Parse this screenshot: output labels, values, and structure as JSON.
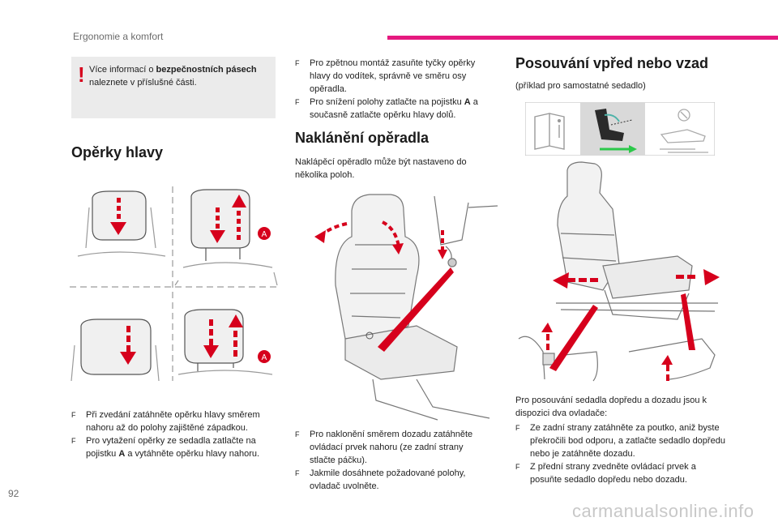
{
  "header": {
    "section_title": "Ergonomie a komfort"
  },
  "page_number": "92",
  "watermark": "carmanualsonline.info",
  "note": {
    "mark": "!",
    "text_before": "Více informací o ",
    "text_bold": "bezpečnostních pásech",
    "text_after": " naleznete v příslušné části."
  },
  "bullet_mark": "F",
  "headrests": {
    "title": "Opěrky hlavy",
    "marker_label": "A",
    "items": [
      {
        "text": "Při zvedání zatáhněte opěrku hlavy směrem nahoru až do polohy zajištěné západkou."
      },
      {
        "before": "Pro vytažení opěrky ze sedadla zatlačte na pojistku ",
        "bold": "A",
        "after": " a vytáhněte opěrku hlavy nahoru."
      }
    ]
  },
  "headrest_refit": {
    "items": [
      {
        "text": "Pro zpětnou montáž zasuňte tyčky opěrky hlavy do vodítek, správně ve směru osy opěradla."
      },
      {
        "before": "Pro snížení polohy zatlačte na pojistku ",
        "bold": "A",
        "after": " a současně zatlačte opěrku hlavy dolů."
      }
    ]
  },
  "backrest": {
    "title": "Naklánění opěradla",
    "intro": "Naklápěcí opěradlo může být nastaveno do několika poloh.",
    "items": [
      {
        "text": "Pro naklonění směrem dozadu zatáhněte ovládací prvek nahoru (ze zadní strany stlačte páčku)."
      },
      {
        "text": "Jakmile dosáhnete požadované polohy, ovladač uvolněte."
      }
    ]
  },
  "sliding": {
    "title": "Posouvání vpřed nebo vzad",
    "subtitle": "(příklad pro samostatné sedadlo)",
    "intro": "Pro posouvání sedadla dopředu a dozadu jsou k dispozici dva ovladače:",
    "items": [
      {
        "text": "Ze zadní strany zatáhněte za poutko, aniž byste překročili bod odporu, a zatlačte sedadlo dopředu nebo je zatáhněte dozadu."
      },
      {
        "text": "Z přední strany zvedněte ovládací prvek a posuňte sedadlo dopředu nebo dozadu."
      }
    ]
  },
  "colors": {
    "accent": "#e5197f",
    "arrow_red": "#d6001c",
    "note_bg": "#ebebeb",
    "green": "#2cc84a",
    "teal": "#4fb3a9"
  },
  "icons": {
    "warning": "exclamation-icon",
    "bullet": "f-bullet-icon",
    "book": "manual-book-icon",
    "seat_slide": "seat-slide-icon",
    "seat_belt": "seatbelt-icon"
  }
}
